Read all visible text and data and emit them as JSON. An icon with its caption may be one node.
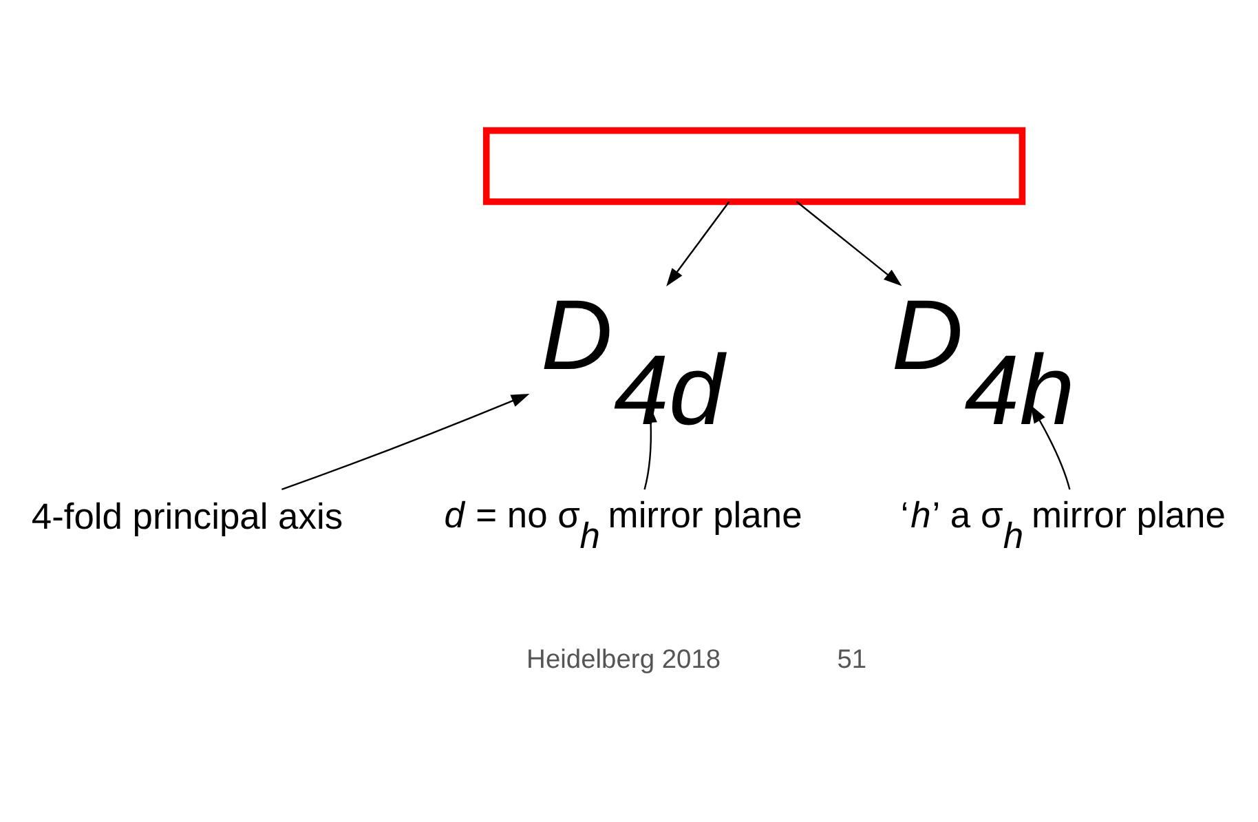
{
  "diagram": {
    "nodes": [
      {
        "text": [],
        "shape": "box"
      },
      {
        "text": [
          "D$_{4d}$"
        ]
      },
      {
        "text": [
          "D$_{4h}$"
        ]
      },
      {
        "text": [
          "4-fold principal axis"
        ]
      },
      {
        "text": [
          "*d* = no σ$_{h}$ mirror plane"
        ]
      },
      {
        "text": [
          "‘*h*’ a σ$_{h}$ mirror plane"
        ]
      }
    ],
    "edges": [
      {
        "from": 0,
        "to": 1,
        "arrow": "to"
      },
      {
        "from": 0,
        "to": 2,
        "arrow": "to"
      },
      {
        "from": 3,
        "to": 1,
        "arrow": "to"
      },
      {
        "from": 4,
        "to": 1,
        "arrow": "to"
      },
      {
        "from": 5,
        "to": 2,
        "arrow": "to"
      }
    ],
    "labels": [
      "Heidelberg 2018",
      "51"
    ]
  }
}
